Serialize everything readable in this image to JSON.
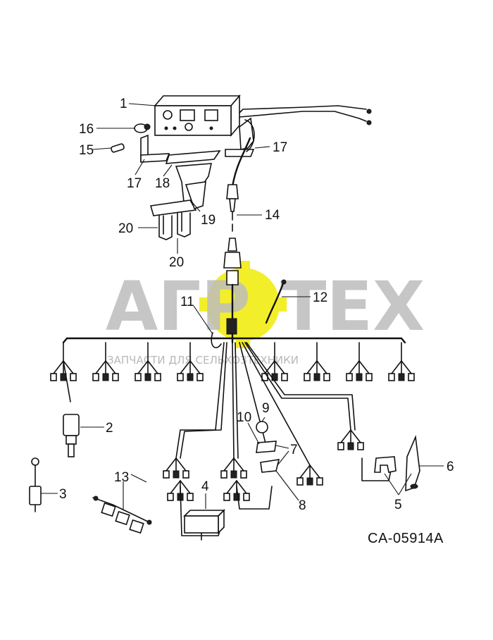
{
  "diagram": {
    "code": "CA-05914A",
    "callouts": [
      {
        "id": "c1",
        "text": "1"
      },
      {
        "id": "c2",
        "text": "2"
      },
      {
        "id": "c3",
        "text": "3"
      },
      {
        "id": "c4",
        "text": "4"
      },
      {
        "id": "c5",
        "text": "5"
      },
      {
        "id": "c6",
        "text": "6"
      },
      {
        "id": "c7",
        "text": "7"
      },
      {
        "id": "c8",
        "text": "8"
      },
      {
        "id": "c9",
        "text": "9"
      },
      {
        "id": "c10",
        "text": "10"
      },
      {
        "id": "c11",
        "text": "11"
      },
      {
        "id": "c12",
        "text": "12"
      },
      {
        "id": "c13",
        "text": "13"
      },
      {
        "id": "c14",
        "text": "14"
      },
      {
        "id": "c15",
        "text": "15"
      },
      {
        "id": "c16",
        "text": "16"
      },
      {
        "id": "c17a",
        "text": "17"
      },
      {
        "id": "c17b",
        "text": "17"
      },
      {
        "id": "c18",
        "text": "18"
      },
      {
        "id": "c19",
        "text": "19"
      },
      {
        "id": "c20a",
        "text": "20"
      },
      {
        "id": "c20b",
        "text": "20"
      }
    ]
  },
  "watermark": {
    "brand_left": "АГР",
    "brand_right": "ТЕХ",
    "tagline": "ЗАПЧАСТИ ДЛЯ СЕЛЬХОЗТЕХНИКИ",
    "gear_color": "#f3ee2a",
    "text_color": "#bdbdbd"
  }
}
